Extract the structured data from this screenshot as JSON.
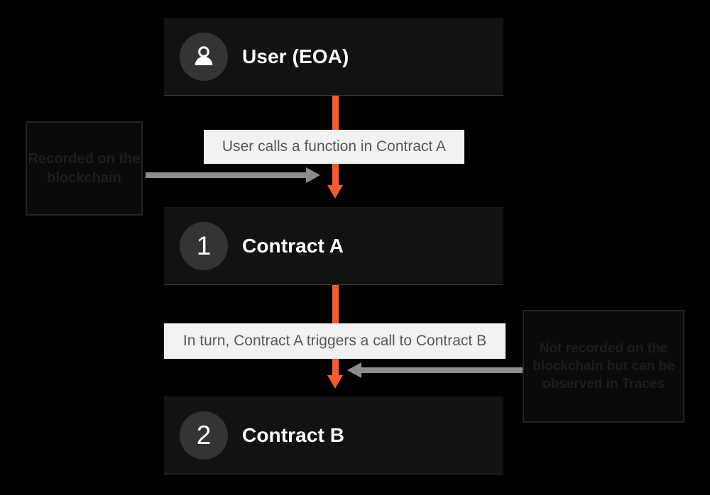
{
  "diagram": {
    "background_color": "#000000",
    "accent_color": "#fa5b35",
    "gray_arrow_color": "#8c8c8c",
    "nodes": [
      {
        "id": "user",
        "label": "User (EOA)",
        "badge": "person-icon"
      },
      {
        "id": "contract_a",
        "label": "Contract A",
        "badge": "1"
      },
      {
        "id": "contract_b",
        "label": "Contract B",
        "badge": "2"
      }
    ],
    "captions": [
      {
        "id": "caption1",
        "text": "User calls a function in Contract A"
      },
      {
        "id": "caption2",
        "text": "In turn, Contract A triggers a call to Contract B"
      }
    ],
    "annotations": [
      {
        "id": "annot_left",
        "text": "Recorded on the blockchain"
      },
      {
        "id": "annot_right",
        "text": "Not recorded on the blockchain but can be observed in Traces"
      }
    ]
  }
}
